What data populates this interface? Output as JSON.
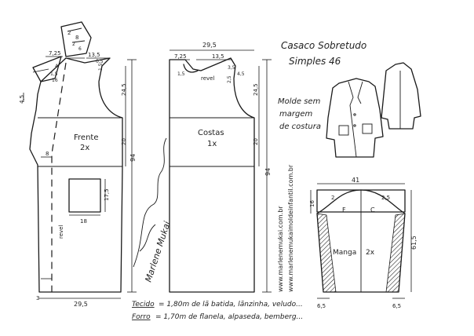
{
  "title": {
    "line1": "Casaco Sobretudo",
    "line2": "Simples 46"
  },
  "notes": {
    "no_seam_1": "Molde sem",
    "no_seam_2": "margem",
    "no_seam_3": "de costura"
  },
  "front": {
    "label": "Frente",
    "count": "2x",
    "fold_label": "revel",
    "measures": {
      "width_bottom": "29,5",
      "shoulder": "13,5",
      "neck_top": "7,25",
      "lapel": "2",
      "collar": "8",
      "armhole": "24,5",
      "side": "20",
      "length": "94",
      "left_a": "4,5",
      "left_b": "8",
      "hem": "3",
      "pocket_width": "18",
      "pocket_height": "17,5",
      "v1": "1,5",
      "v2": "1,5",
      "v3": "2",
      "v4": "4",
      "v5": "6",
      "v6": "16",
      "v7": "0,5"
    }
  },
  "back": {
    "label": "Costas",
    "count": "1x",
    "fold_label": "revel",
    "measures": {
      "width_top": "29,5",
      "neck": "7,25",
      "shoulder": "13,5",
      "armhole": "24,5",
      "side": "20",
      "length": "94",
      "v1": "1,5",
      "v2": "3,5",
      "v3": "2,5",
      "v4": "4,5"
    }
  },
  "sleeve": {
    "label": "Manga",
    "count": "2x",
    "cap_f": "F",
    "cap_c": "C",
    "measures": {
      "width": "41",
      "cap_height": "16",
      "length": "61,5",
      "left_hem": "6,5",
      "right_hem": "6,5",
      "cap_left": "2",
      "cap_right": "2,5"
    }
  },
  "fabric": {
    "tecido_label": "Tecido",
    "tecido_value": "= 1,80m de lã batida, lãnzinha, veludo...",
    "forro_label": "Forro",
    "forro_value": "= 1,70m de flanela, alpaseda, bemberg..."
  },
  "credits": {
    "url1": "www.marlenemukai.com.br",
    "url2": "www.marlenemukaimoldeinfantil.com.br",
    "signature": "Marlene Mukai"
  }
}
